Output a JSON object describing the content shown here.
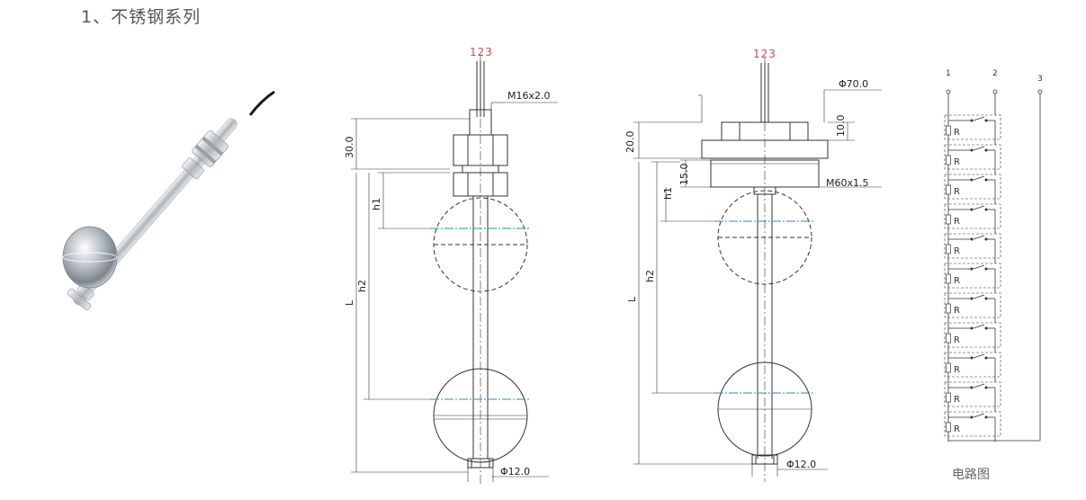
{
  "heading": "1、不锈钢系列",
  "drawing1": {
    "wires": "123",
    "thread": "M16x2.0",
    "height_top": "30.0",
    "h1": "h1",
    "h2": "h2",
    "L": "L",
    "tip_dia": "Φ12.0"
  },
  "drawing2": {
    "wires": "123",
    "flange_dia": "Φ70.0",
    "flange_thk": "10.0",
    "height_top": "20.0",
    "thread_h": "15.0",
    "thread": "M60x1.5",
    "h1": "h1",
    "h2": "h2",
    "L": "L",
    "tip_dia": "Φ12.0"
  },
  "circuit": {
    "terminal_1": "1",
    "terminal_2": "2",
    "terminal_3": "3",
    "resistor_label": "R",
    "stage_count": 11,
    "caption": "电路图"
  },
  "colors": {
    "line": "#333333",
    "center_line": "#2a8fa8",
    "wire_label": "#c0504d",
    "metal": "#c8ccd0"
  }
}
